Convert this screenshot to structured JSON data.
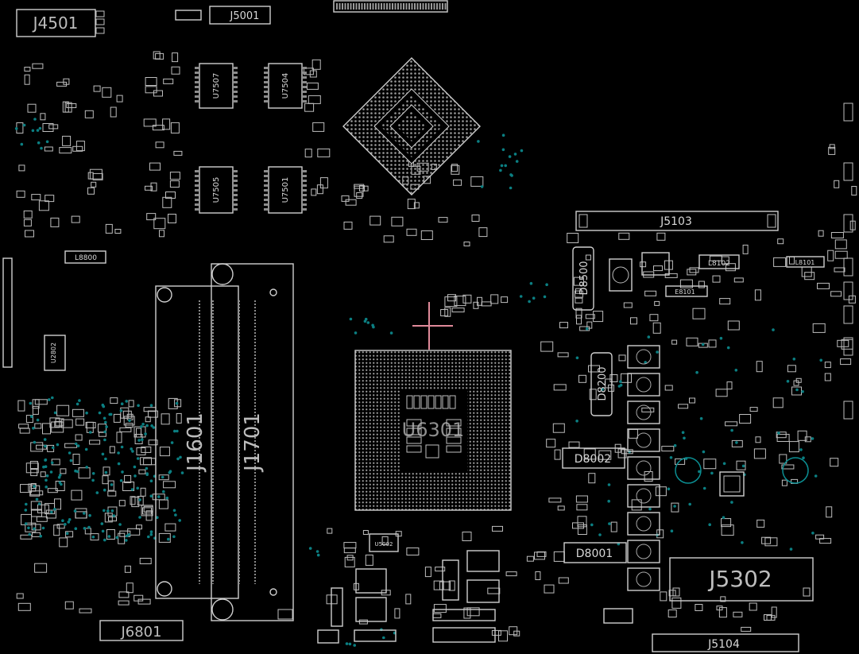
{
  "board": {
    "background": "#000000",
    "outline_color": "#cfcfcf",
    "via_color": "#0b7f82",
    "highlight_color": "#e08a9a"
  },
  "connectors": {
    "j4501": "J4501",
    "j5001": "J5001",
    "j5103": "J5103",
    "j1601": "J1601",
    "j1701": "J1701",
    "j6801": "J6801",
    "j5302": "J5302",
    "j5104": "J5104"
  },
  "memory_chips": {
    "u7507": "U7507",
    "u7504": "U7504",
    "u7505": "U7505",
    "u7501": "U7501"
  },
  "processors": {
    "u6301": "U6301"
  },
  "misc_parts": {
    "u2802": "U2802",
    "d8500": "D8500",
    "d8200": "D8200",
    "d8002": "D8002",
    "d8001": "D8001",
    "l8101": "L8101",
    "l8102": "L8102",
    "l8800": "L8800",
    "e8101": "E8101",
    "u5002": "U5002"
  }
}
